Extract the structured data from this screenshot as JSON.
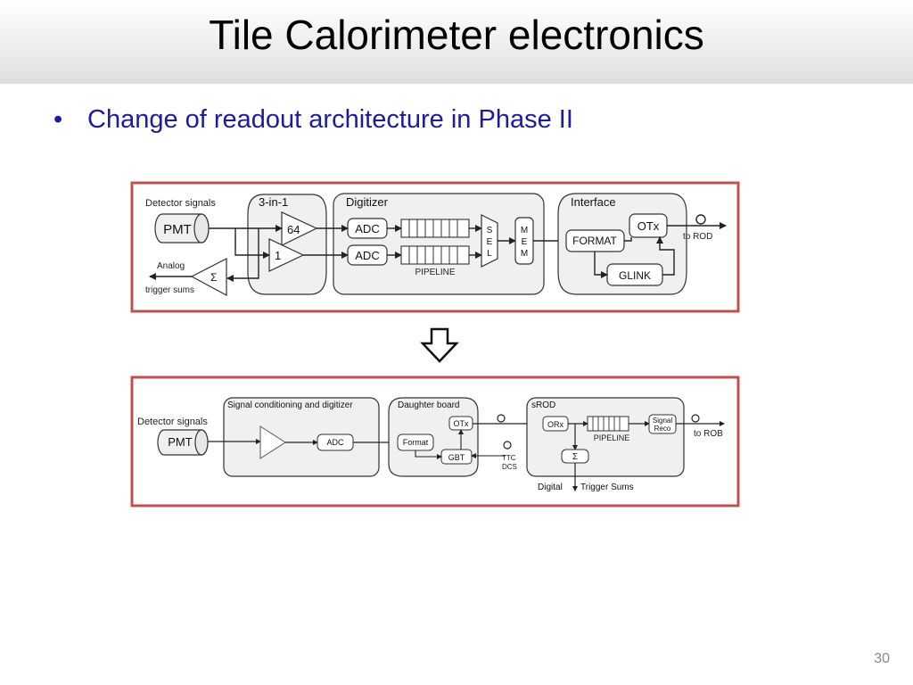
{
  "title": "Tile Calorimeter electronics",
  "bullet": "Change of readout architecture in Phase II",
  "page_number": "30",
  "diagram_top": {
    "detector_signals": "Detector signals",
    "pmt": "PMT",
    "three_in_one": "3-in-1",
    "gain_high": "64",
    "gain_low": "1",
    "sum_symbol": "Σ",
    "analog": "Analog",
    "trigger_sums": "trigger sums",
    "digitizer": "Digitizer",
    "adc1": "ADC",
    "adc2": "ADC",
    "pipeline": "PIPELINE",
    "sel": [
      "S",
      "E",
      "L"
    ],
    "mem": [
      "M",
      "E",
      "M"
    ],
    "interface": "Interface",
    "otx": "OTx",
    "format": "FORMAT",
    "glink": "GLINK",
    "to_rod": "to ROD"
  },
  "diagram_bottom": {
    "detector_signals": "Detector signals",
    "pmt": "PMT",
    "signal_conditioning": "Signal conditioning and digitizer",
    "adc": "ADC",
    "daughter_board": "Daughter board",
    "otx": "OTx",
    "format": "Format",
    "gbt": "GBT",
    "ttc": "TTC",
    "dcs": "DCS",
    "srod": "sROD",
    "orx": "ORx",
    "pipeline": "PIPELINE",
    "signal": "Signal",
    "reco": "Reco",
    "sum_symbol": "Σ",
    "to_rob": "to ROB",
    "digital": "Digital",
    "trigger_sums": "Trigger Sums"
  },
  "colors": {
    "frame": "#c0504d",
    "bullet_text": "#1c1c9c",
    "block_fill": "#f0f0f0"
  }
}
